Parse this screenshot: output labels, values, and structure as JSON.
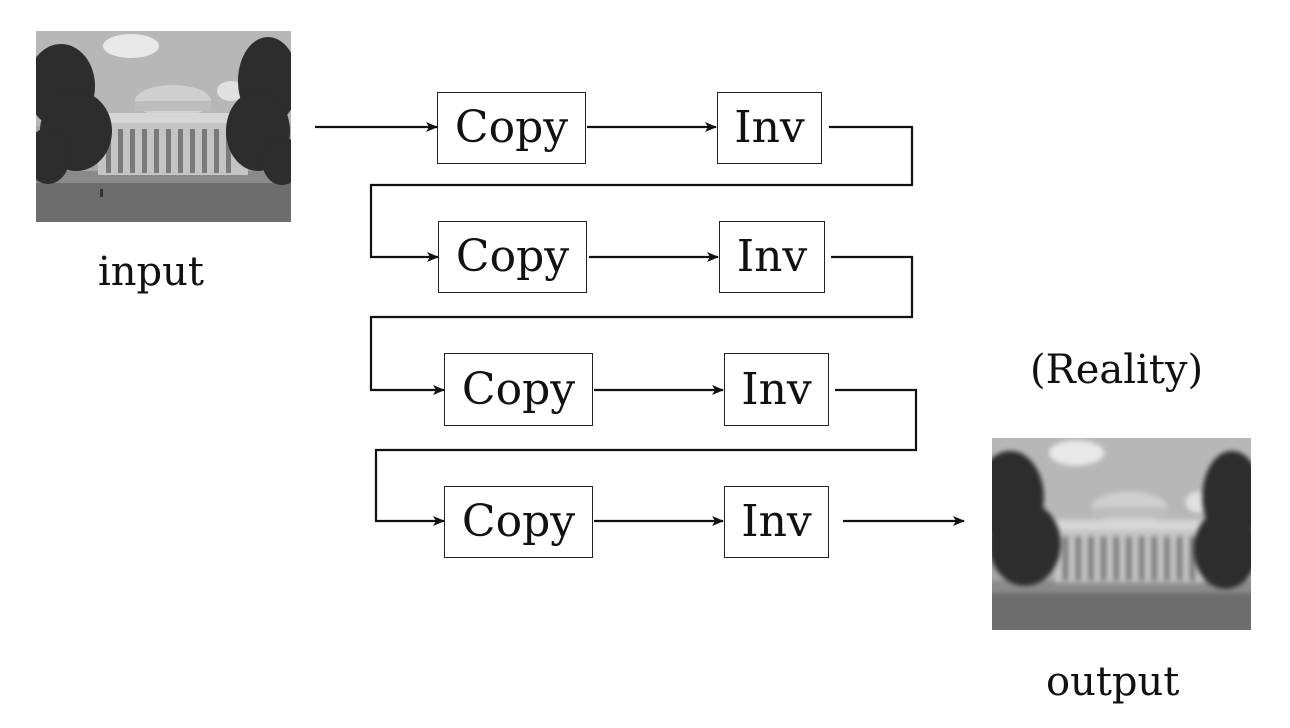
{
  "input": {
    "caption": "input"
  },
  "output": {
    "caption": "output",
    "annotation": "(Reality)"
  },
  "stages": [
    {
      "copy_label": "Copy",
      "inv_label": "Inv"
    },
    {
      "copy_label": "Copy",
      "inv_label": "Inv"
    },
    {
      "copy_label": "Copy",
      "inv_label": "Inv"
    },
    {
      "copy_label": "Copy",
      "inv_label": "Inv"
    }
  ],
  "colors": {
    "stroke": "#111111",
    "box_border": "#222222",
    "background": "#ffffff"
  }
}
